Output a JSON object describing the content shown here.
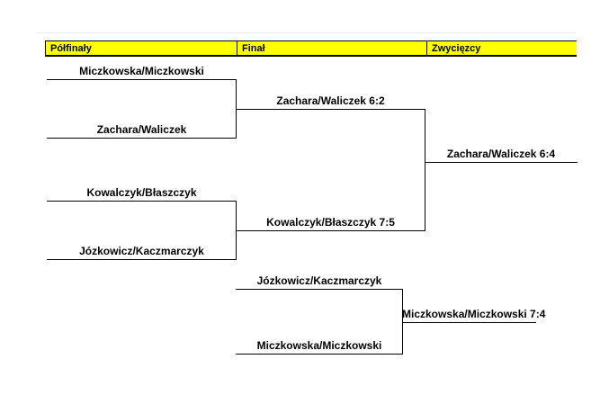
{
  "header": {
    "highlight_color": "#ffff00",
    "columns": [
      {
        "label": "Półfinały"
      },
      {
        "label": "Finał"
      },
      {
        "label": "Zwycięzcy"
      }
    ]
  },
  "bracket": {
    "semifinal_1": {
      "top": "Miczkowska/Miczkowski",
      "bottom": "Zachara/Waliczek",
      "result": "Zachara/Waliczek 6:2"
    },
    "semifinal_2": {
      "top": "Kowalczyk/Błaszczyk",
      "bottom": "Józkowicz/Kaczmarczyk",
      "result": "Kowalczyk/Błaszczyk 7:5"
    },
    "final": {
      "result": "Zachara/Waliczek 6:4"
    },
    "third_place": {
      "top": "Józkowicz/Kaczmarczyk",
      "bottom": "Miczkowska/Miczkowski",
      "result": "Miczkowska/Miczkowski 7:4"
    }
  }
}
